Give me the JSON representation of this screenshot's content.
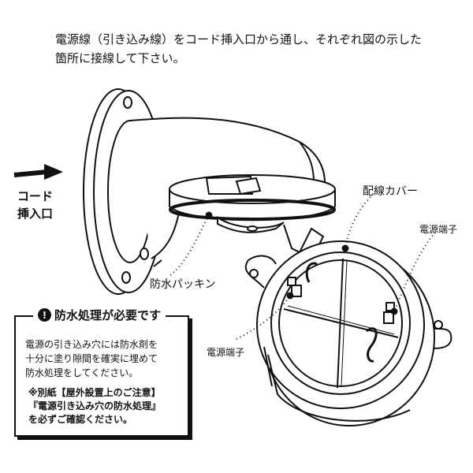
{
  "instruction": {
    "line1": "電源線（引き込み線）をコード挿入口から通し、それぞれ図の示した",
    "line2": "箇所に接線して下さい。"
  },
  "labels": {
    "cord_line1": "コード",
    "cord_line2": "挿入口",
    "packing": "防水パッキン",
    "wiring_cover": "配線カバー",
    "terminal_right": "電源端子",
    "terminal_left": "電源端子"
  },
  "warning": {
    "title": "防水処理が必要です",
    "icon": "exclamation-icon",
    "body": [
      "電源の引き込み穴には防水剤を",
      "十分に塗り隙間を確実に埋めて",
      "防水処理をしてください。"
    ],
    "note": [
      "※別紙【屋外設置上のご注意】",
      "『電源引き込み穴の防水処理』",
      "を必ずご確認ください。"
    ]
  }
}
